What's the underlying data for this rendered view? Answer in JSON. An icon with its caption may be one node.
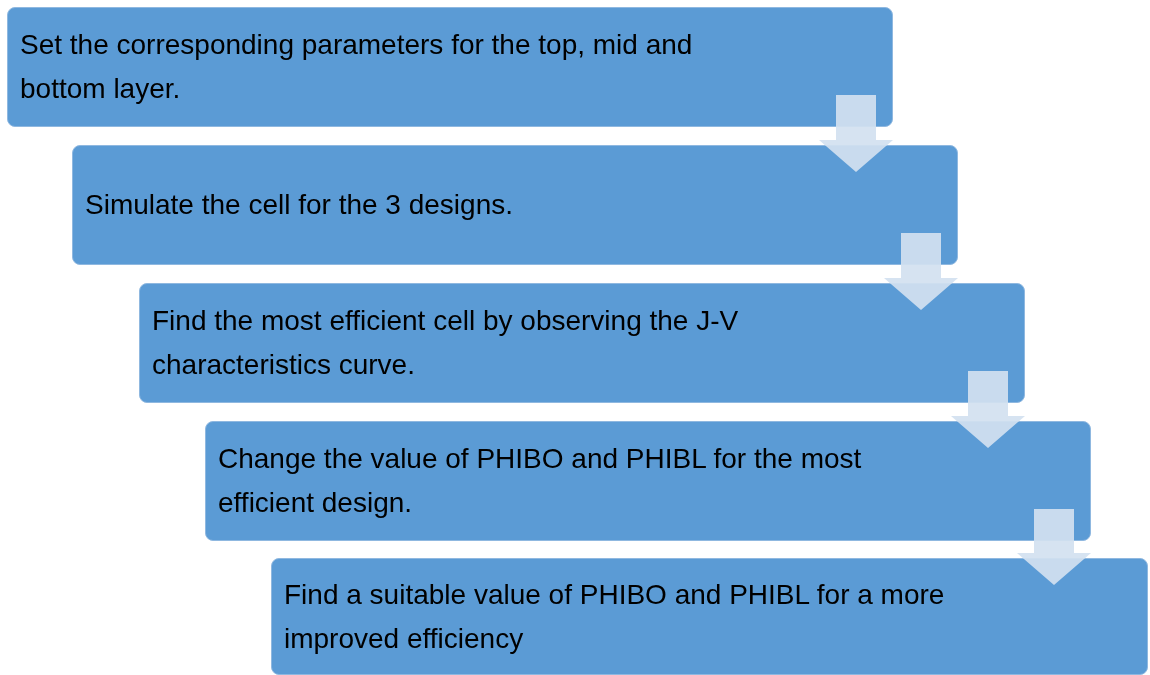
{
  "diagram": {
    "nodes": [
      {
        "text": [
          "Set the corresponding parameters for the top, mid and bottom layer."
        ]
      },
      {
        "text": [
          "Simulate the cell for the 3 designs."
        ]
      },
      {
        "text": [
          "Find the most efficient cell by observing the J-V characteristics curve."
        ]
      },
      {
        "text": [
          "Change the value of PHIBO and PHIBL for the most efficient design."
        ]
      },
      {
        "text": [
          "Find a suitable value of PHIBO and PHIBL for a more improved efficiency"
        ]
      }
    ],
    "edges": [
      {
        "from": 0,
        "to": 1,
        "arrow": "to"
      },
      {
        "from": 1,
        "to": 2,
        "arrow": "to"
      },
      {
        "from": 2,
        "to": 3,
        "arrow": "to"
      },
      {
        "from": 3,
        "to": 4,
        "arrow": "to"
      }
    ]
  }
}
